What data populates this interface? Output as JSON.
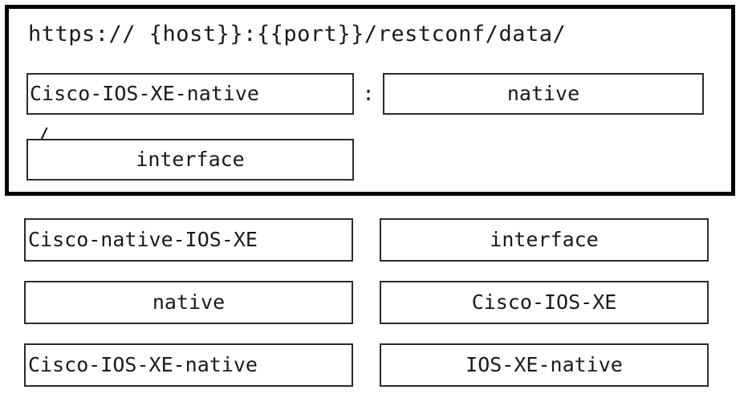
{
  "builder": {
    "url_prefix": "https:// {host}}:{{port}}/restconf/data/",
    "filled_slots": [
      {
        "value": "Cisco-IOS-XE-native"
      },
      {
        "value": "native"
      },
      {
        "value": "interface"
      }
    ],
    "separators": {
      "colon": ":",
      "slash": "/"
    }
  },
  "option_bank": {
    "left_column": [
      {
        "label": "Cisco-native-IOS-XE"
      },
      {
        "label": "native"
      },
      {
        "label": "Cisco-IOS-XE-native"
      }
    ],
    "right_column": [
      {
        "label": "interface"
      },
      {
        "label": "Cisco-IOS-XE"
      },
      {
        "label": "IOS-XE-native"
      }
    ]
  },
  "colors": {
    "outline": "#000000",
    "tile_border": "#2b2b2b",
    "text": "#1a1a1a",
    "background": "#ffffff"
  }
}
